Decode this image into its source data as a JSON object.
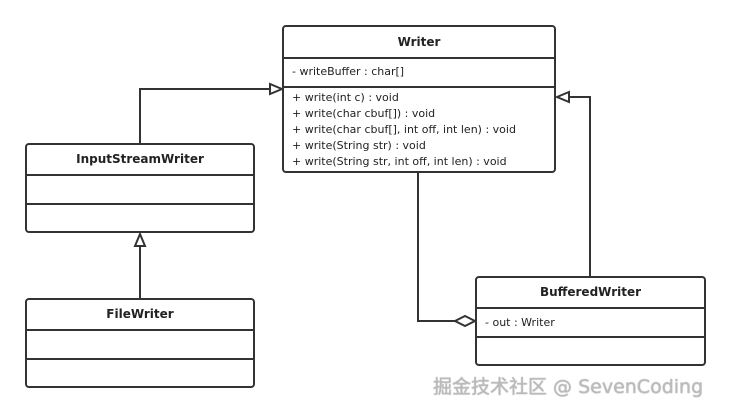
{
  "classes": {
    "writer": {
      "name": "Writer",
      "attributes": [
        "- writeBuffer : char[]"
      ],
      "methods": [
        "+ write(int c) : void",
        "+ write(char cbuf[]) : void",
        "+ write(char cbuf[], int off, int len) : void",
        "+ write(String str) : void",
        "+ write(String str, int off, int len) : void"
      ]
    },
    "input_stream_writer": {
      "name": "InputStreamWriter"
    },
    "file_writer": {
      "name": "FileWriter"
    },
    "buffered_writer": {
      "name": "BufferedWriter",
      "attributes": [
        "- out :  Writer"
      ]
    }
  },
  "relations": [
    {
      "from": "InputStreamWriter",
      "to": "Writer",
      "type": "inheritance"
    },
    {
      "from": "FileWriter",
      "to": "InputStreamWriter",
      "type": "inheritance"
    },
    {
      "from": "BufferedWriter",
      "to": "Writer",
      "type": "inheritance"
    },
    {
      "from": "BufferedWriter",
      "to": "Writer",
      "type": "aggregation"
    }
  ],
  "watermark": "掘金技术社区 @ SevenCoding"
}
